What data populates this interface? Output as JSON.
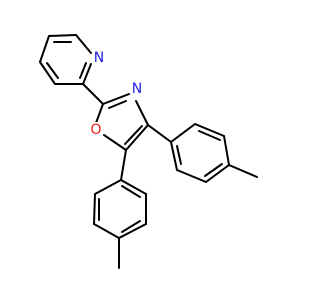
{
  "molecule": {
    "atoms": {
      "n_pyridine": {
        "symbol": "N",
        "color": "#1f1fe6"
      },
      "n_oxazole": {
        "symbol": "N",
        "color": "#1f1fe6"
      },
      "o_oxazole": {
        "symbol": "O",
        "color": "#e61f1f"
      }
    },
    "bond_color": "#000000"
  }
}
